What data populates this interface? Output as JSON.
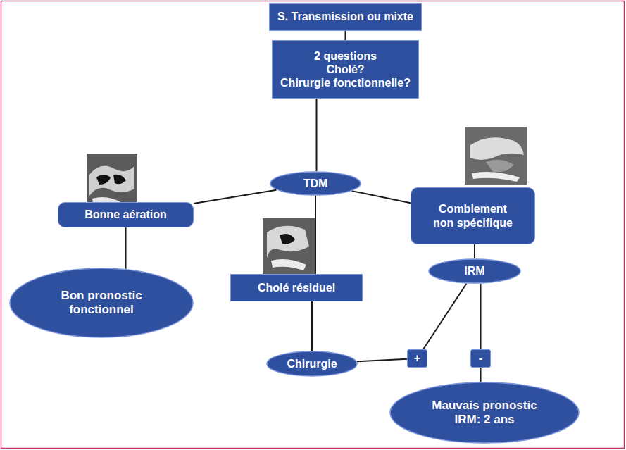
{
  "diagram": {
    "nodes": [
      {
        "text": [
          "S. Transmission ou mixte"
        ]
      },
      {
        "text": [
          "2 questions",
          "Cholé?",
          "Chirurgie fonctionnelle?"
        ]
      },
      {
        "text": [
          "TDM"
        ]
      },
      {
        "text": [
          "Bonne aération"
        ]
      },
      {
        "text": [
          "Cholé résiduel"
        ]
      },
      {
        "text": [
          "Comblement non spécifique"
        ]
      },
      {
        "text": [
          "Bon pronostic fonctionnel"
        ]
      },
      {
        "text": [
          "Chirurgie"
        ]
      },
      {
        "text": [
          "IRM"
        ]
      },
      {
        "text": [
          "+"
        ]
      },
      {
        "text": [
          "-"
        ]
      },
      {
        "text": [
          "Mauvais pronostic",
          "IRM: 2 ans"
        ]
      }
    ],
    "edges": [
      {
        "from": 0,
        "to": 1,
        "arrow": "none"
      },
      {
        "from": 1,
        "to": 2,
        "arrow": "none"
      },
      {
        "from": 2,
        "to": 3,
        "arrow": "none"
      },
      {
        "from": 2,
        "to": 4,
        "arrow": "none"
      },
      {
        "from": 2,
        "to": 5,
        "arrow": "none"
      },
      {
        "from": 3,
        "to": 6,
        "arrow": "none"
      },
      {
        "from": 4,
        "to": 7,
        "arrow": "none"
      },
      {
        "from": 5,
        "to": 8,
        "arrow": "none"
      },
      {
        "from": 8,
        "to": 9,
        "arrow": "none"
      },
      {
        "from": 9,
        "to": 7,
        "arrow": "none"
      },
      {
        "from": 8,
        "to": 10,
        "arrow": "none"
      },
      {
        "from": 10,
        "to": 11,
        "arrow": "none"
      }
    ]
  }
}
